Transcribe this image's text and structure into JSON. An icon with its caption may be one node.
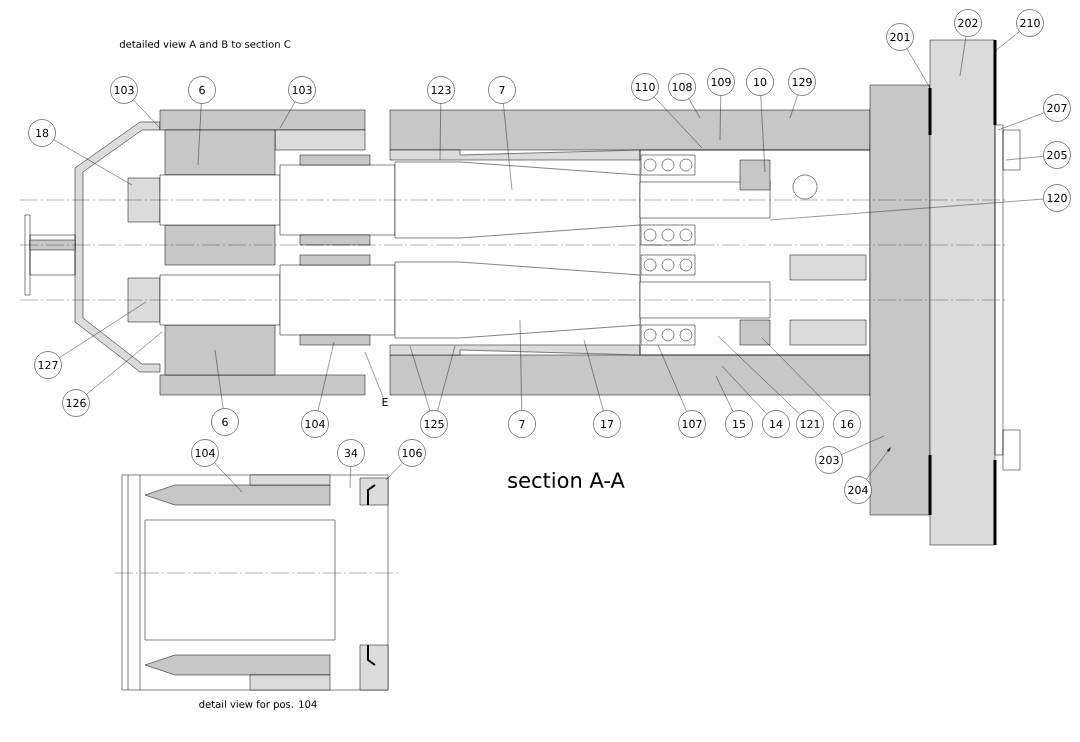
{
  "diagram": {
    "nodes": [
      {
        "text": [
          "103"
        ]
      },
      {
        "text": [
          "6"
        ]
      },
      {
        "text": [
          "103"
        ]
      },
      {
        "text": [
          "18"
        ]
      },
      {
        "text": [
          "123"
        ]
      },
      {
        "text": [
          "7"
        ]
      },
      {
        "text": [
          "110"
        ]
      },
      {
        "text": [
          "108"
        ]
      },
      {
        "text": [
          "109"
        ]
      },
      {
        "text": [
          "10"
        ]
      },
      {
        "text": [
          "129"
        ]
      },
      {
        "text": [
          "201"
        ]
      },
      {
        "text": [
          "202"
        ]
      },
      {
        "text": [
          "210"
        ]
      },
      {
        "text": [
          "207"
        ]
      },
      {
        "text": [
          "205"
        ]
      },
      {
        "text": [
          "120"
        ]
      },
      {
        "text": [
          "127"
        ]
      },
      {
        "text": [
          "126"
        ]
      },
      {
        "text": [
          "6"
        ]
      },
      {
        "text": [
          "104"
        ]
      },
      {
        "text": [
          "E"
        ]
      },
      {
        "text": [
          "125"
        ]
      },
      {
        "text": [
          "7"
        ]
      },
      {
        "text": [
          "17"
        ]
      },
      {
        "text": [
          "107"
        ]
      },
      {
        "text": [
          "15"
        ]
      },
      {
        "text": [
          "14"
        ]
      },
      {
        "text": [
          "121"
        ]
      },
      {
        "text": [
          "16"
        ]
      },
      {
        "text": [
          "203"
        ]
      },
      {
        "text": [
          "204"
        ]
      },
      {
        "text": [
          "104"
        ]
      },
      {
        "text": [
          "34"
        ]
      },
      {
        "text": [
          "106"
        ]
      }
    ],
    "edges": [
      {
        "from": 0,
        "to": null,
        "arrow": "none"
      },
      {
        "from": 1,
        "to": null,
        "arrow": "none"
      },
      {
        "from": 2,
        "to": null,
        "arrow": "none"
      },
      {
        "from": 3,
        "to": null,
        "arrow": "none"
      },
      {
        "from": 4,
        "to": null,
        "arrow": "none"
      },
      {
        "from": 5,
        "to": null,
        "arrow": "none"
      },
      {
        "from": 6,
        "to": null,
        "arrow": "none"
      },
      {
        "from": 7,
        "to": null,
        "arrow": "none"
      },
      {
        "from": 8,
        "to": null,
        "arrow": "none"
      },
      {
        "from": 9,
        "to": null,
        "arrow": "none"
      },
      {
        "from": 10,
        "to": null,
        "arrow": "none"
      },
      {
        "from": 11,
        "to": null,
        "arrow": "none"
      },
      {
        "from": 12,
        "to": null,
        "arrow": "none"
      },
      {
        "from": 13,
        "to": null,
        "arrow": "none"
      },
      {
        "from": 14,
        "to": null,
        "arrow": "none"
      },
      {
        "from": 15,
        "to": null,
        "arrow": "none"
      },
      {
        "from": 16,
        "to": null,
        "arrow": "none"
      },
      {
        "from": 17,
        "to": null,
        "arrow": "none"
      },
      {
        "from": 18,
        "to": null,
        "arrow": "none"
      },
      {
        "from": 19,
        "to": null,
        "arrow": "none"
      },
      {
        "from": 20,
        "to": null,
        "arrow": "none"
      },
      {
        "from": 21,
        "to": null,
        "arrow": "none"
      },
      {
        "from": 22,
        "to": null,
        "arrow": "none"
      },
      {
        "from": 22,
        "to": null,
        "arrow": "none"
      },
      {
        "from": 23,
        "to": null,
        "arrow": "none"
      },
      {
        "from": 24,
        "to": null,
        "arrow": "none"
      },
      {
        "from": 25,
        "to": null,
        "arrow": "none"
      },
      {
        "from": 26,
        "to": null,
        "arrow": "none"
      },
      {
        "from": 27,
        "to": null,
        "arrow": "none"
      },
      {
        "from": 28,
        "to": null,
        "arrow": "none"
      },
      {
        "from": 29,
        "to": null,
        "arrow": "none"
      },
      {
        "from": 30,
        "to": null,
        "arrow": "none"
      },
      {
        "from": 31,
        "to": null,
        "arrow": "to"
      },
      {
        "from": 32,
        "to": null,
        "arrow": "none"
      },
      {
        "from": 33,
        "to": null,
        "arrow": "none"
      },
      {
        "from": 34,
        "to": null,
        "arrow": "none"
      }
    ],
    "labels": [
      "detailed view A and B to section C",
      "section A-A",
      "detail view for pos. 104"
    ]
  }
}
